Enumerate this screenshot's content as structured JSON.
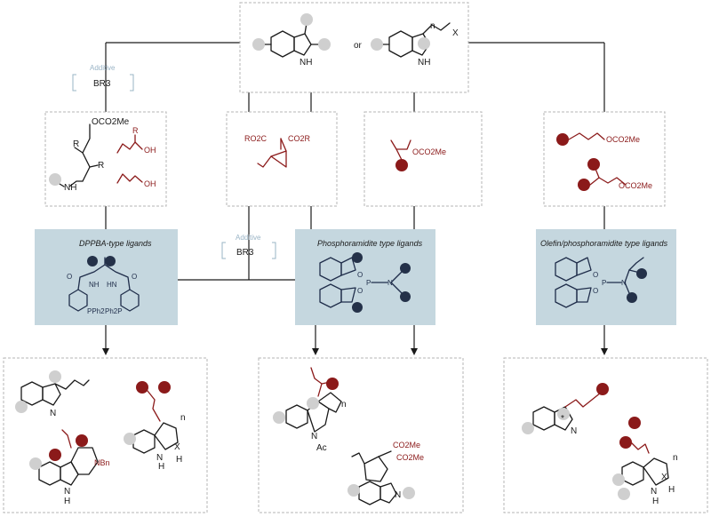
{
  "top": {
    "or_label": "or",
    "nh_left": "NH",
    "nh_right": "NH",
    "x_label": "X",
    "n_label": "n"
  },
  "additive_left": {
    "label": "Additive",
    "reagent": "BR3"
  },
  "additive_middle": {
    "label": "Additive",
    "reagent": "BR3"
  },
  "reagent_boxes": {
    "box1": {
      "texts": [
        "OCO2Me",
        "R",
        "R",
        "NH",
        "R",
        "OH",
        "OH"
      ]
    },
    "box2": {
      "texts": [
        "RO2C",
        "CO2R"
      ]
    },
    "box3": {
      "texts": [
        "OCO2Me"
      ]
    },
    "box4": {
      "texts": [
        "OCO2Me",
        "OCO2Me"
      ]
    }
  },
  "ligand_panels": {
    "p1": {
      "title": "DPPBA-type ligands",
      "texts": [
        "O",
        "NH",
        "HN",
        "O",
        "PPh2",
        "Ph2P"
      ]
    },
    "p2": {
      "title": "Phosphoramidite type ligands",
      "texts": [
        "O",
        "O",
        "P",
        "N"
      ]
    },
    "p3": {
      "title": "Olefin/phosphoramidite type ligands",
      "texts": [
        "O",
        "O",
        "P",
        "N"
      ]
    }
  },
  "products": {
    "left": {
      "texts": [
        "N",
        "N",
        "H",
        "n",
        "X",
        "H",
        "NBn",
        "N",
        "H"
      ]
    },
    "middle": {
      "texts": [
        "n",
        "N",
        "Ac",
        "CO2Me",
        "CO2Me",
        "N"
      ]
    },
    "right": {
      "texts": [
        "N",
        "*",
        "n",
        "X",
        "N",
        "H",
        "H"
      ]
    }
  },
  "colors": {
    "accent_red": "#8b1a1a",
    "ligand_navy": "#243149",
    "panel_blue": "#c5d7df",
    "placeholder_grey": "#cfcfcf"
  }
}
